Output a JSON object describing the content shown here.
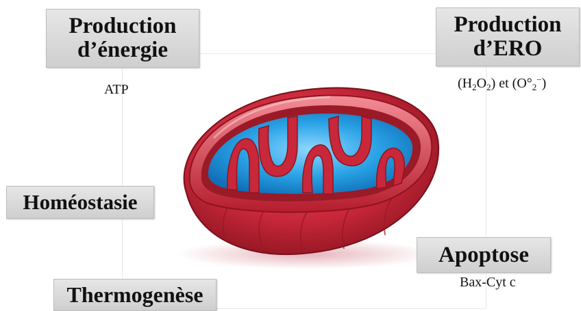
{
  "labels": {
    "energie": {
      "line1": "Production",
      "line2": "d’énergie"
    },
    "ero": {
      "line1": "Production",
      "line2": "d’ERO"
    },
    "homeostasie": "Homéostasie",
    "thermogenese": "Thermogenèse",
    "apoptose": "Apoptose"
  },
  "sublabels": {
    "atp": "ATP",
    "ero": {
      "open1": "(H",
      "sub1": "2",
      "mid1": "O",
      "sub2": "2",
      "close1": ") et (O°",
      "sub3": "2",
      "sup1": "−",
      "close2": ")"
    },
    "apoptose": "Bax-Cyt c"
  },
  "colors": {
    "membrane_red": "#c8283a",
    "membrane_dark": "#8e1420",
    "matrix_blue": "#2aa3e6",
    "label_gray": "#d8d8d8"
  },
  "illustration": "mitochondrion-icon"
}
